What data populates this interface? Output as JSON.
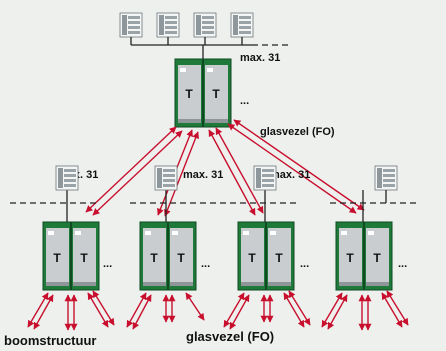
{
  "labels": {
    "max_top": "max. 31",
    "fiber_top": "glasvezel (FO)",
    "max_left": "max. 31",
    "max_mid1": "max. 31",
    "max_mid2": "max. 31",
    "tree": "boomstructuur",
    "fiber_bottom": "glasvezel (FO)",
    "ellipsis": "..."
  },
  "switch_terminal_letter": "T",
  "icons": {
    "device": "io-device-icon",
    "switch": "fiber-switch-icon"
  },
  "colors": {
    "switch_green": "#1f7a3a",
    "arrow_red": "#c8102e",
    "device_gray": "#b9bfc3"
  }
}
